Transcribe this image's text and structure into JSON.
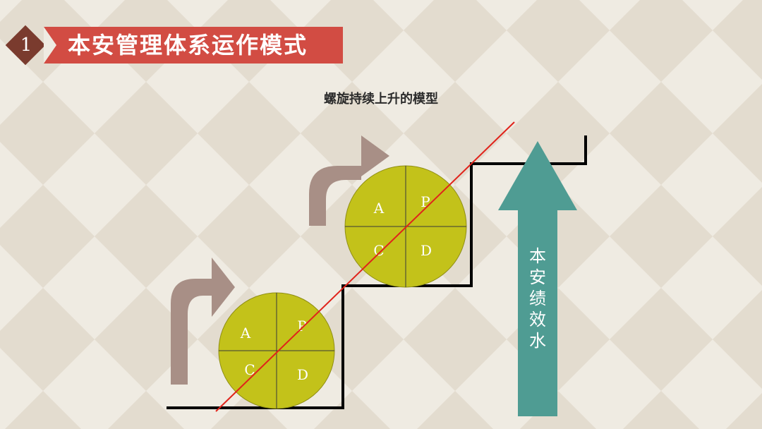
{
  "slide": {
    "number": "1",
    "title": "本安管理体系运作模式",
    "subtitle": "螺旋持续上升的模型",
    "vertical_label": [
      "本",
      "安",
      "绩",
      "效",
      "水"
    ]
  },
  "cycles": [
    {
      "A": "A",
      "P": "P",
      "C": "C",
      "D": "D"
    },
    {
      "A": "A",
      "P": "P",
      "C": "C",
      "D": "D"
    }
  ],
  "colors": {
    "title_band": "#d24c43",
    "number_diamond": "#7a3b2e",
    "circle_fill": "#c3c21a",
    "trend_line": "#e0231b",
    "performance_arrow": "#4f9c93",
    "curved_arrow": "#a88f86",
    "steps": "#000000"
  }
}
